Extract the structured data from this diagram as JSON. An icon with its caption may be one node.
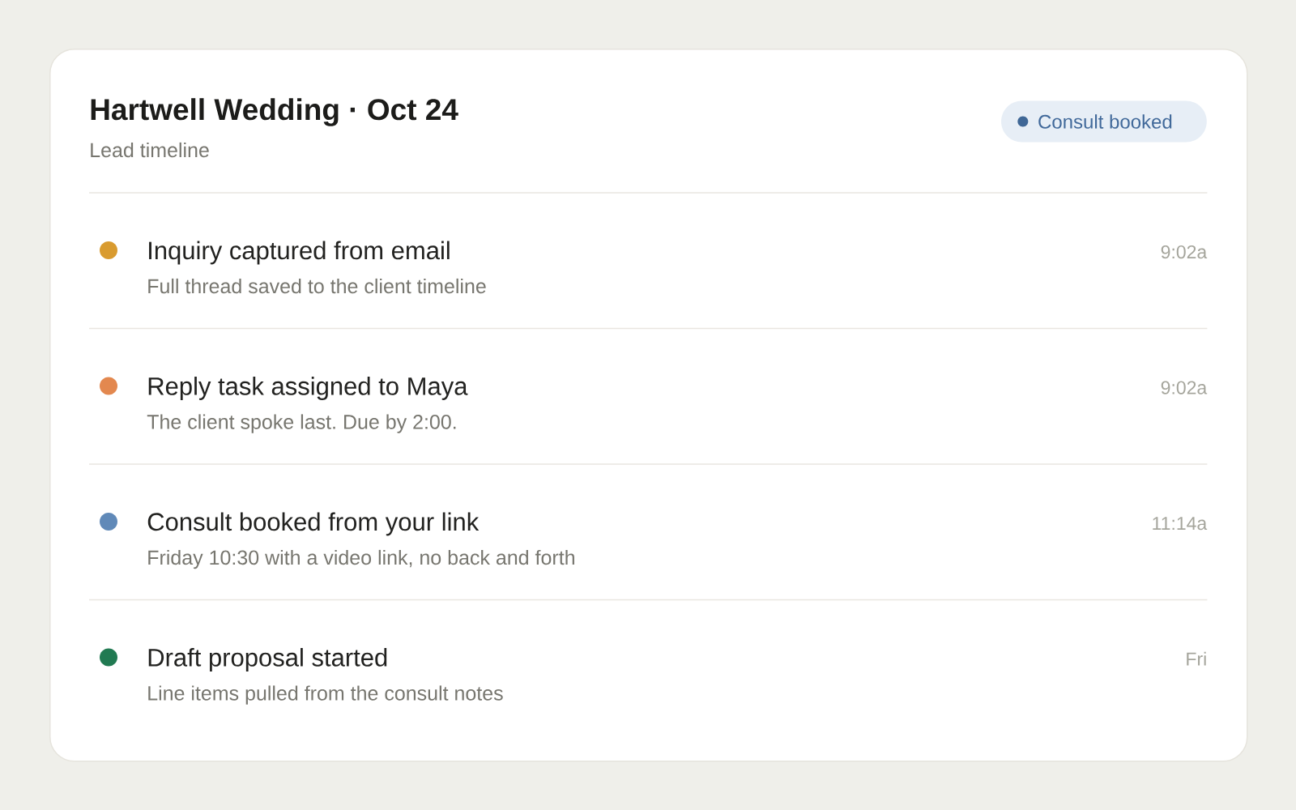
{
  "diagram": {
    "nodes": [
      {
        "text": [
          "Hartwell Wedding · Oct 24",
          "Lead timeline"
        ]
      },
      {
        "text": [
          "Consult booked"
        ],
        "in": 0
      },
      {
        "text": [
          "Inquiry captured from email",
          "Full thread saved to the client timeline",
          "9:02a"
        ],
        "in": 0
      },
      {
        "text": [
          "Reply task assigned to Maya",
          "The client spoke last. Due by 2:00.",
          "9:02a"
        ],
        "in": 0
      },
      {
        "text": [
          "Consult booked from your link",
          "Friday 10:30 with a video link, no back and forth",
          "11:14a"
        ],
        "in": 0
      },
      {
        "text": [
          "Draft proposal started",
          "Line items pulled from the consult notes",
          "Fri"
        ],
        "in": 0
      }
    ]
  }
}
